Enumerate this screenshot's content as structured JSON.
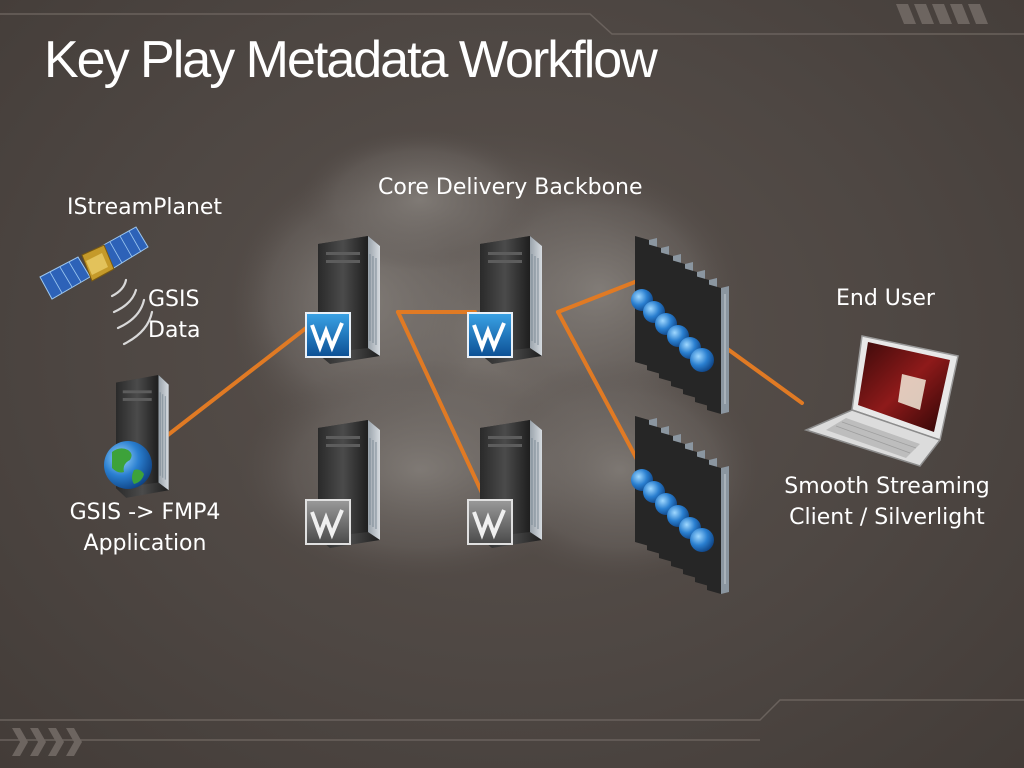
{
  "slide": {
    "title": "Key Play Metadata Workflow"
  },
  "labels": {
    "source": "IStreamPlanet",
    "gsis_data": [
      "GSIS",
      "Data"
    ],
    "backbone": "Core Delivery Backbone",
    "end_user": "End User",
    "converter": [
      "GSIS -> FMP4",
      "Application"
    ],
    "client": [
      "Smooth Streaming",
      "Client / Silverlight"
    ]
  },
  "icons": {
    "satellite": "satellite-icon",
    "signal": "signal-waves-icon",
    "server": "server-icon",
    "globe": "globe-icon",
    "media_services": "media-services-icon",
    "server_cluster": "server-cluster-icon",
    "laptop": "laptop-icon",
    "cloud": "cloud-icon"
  },
  "colors": {
    "background": "#4e4743",
    "connector": "#e07a24",
    "text": "#ffffff"
  }
}
